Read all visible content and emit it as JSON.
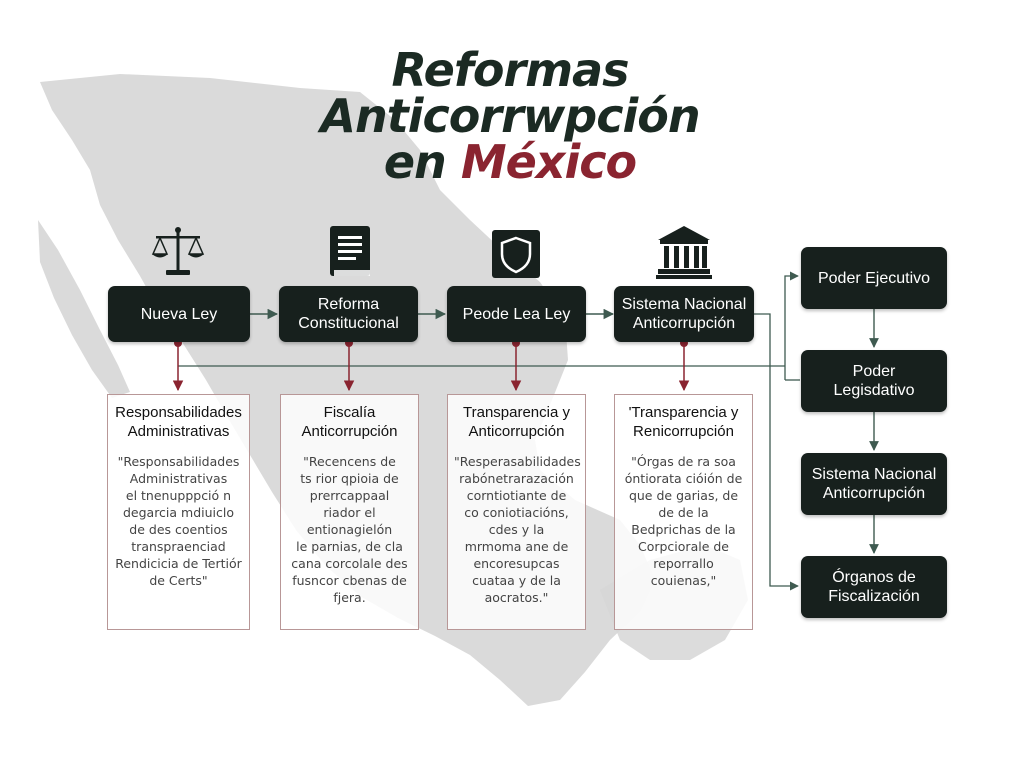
{
  "title": {
    "line1": "Reformas",
    "line2": "Anticorrwpción",
    "line3_prefix": "en",
    "line3_accent": "México"
  },
  "colors": {
    "title_dark": "#1b2a23",
    "title_accent": "#8a2430",
    "node_fill": "#17201d",
    "arrow_red": "#8a2430",
    "arrow_dark": "#3e5a50",
    "card_border": "#b89797",
    "map_fill": "#d6d6d6"
  },
  "icons": {
    "nueva_ley": "scales-of-justice-icon",
    "reforma_constitucional": "law-book-icon",
    "peode_lea_ley": "shield-icon",
    "sistema_nacional": "government-building-icon"
  },
  "flow": {
    "nodes": [
      {
        "id": "nueva-ley",
        "lines": [
          "Nueva Ley"
        ]
      },
      {
        "id": "reforma-constitucional",
        "lines": [
          "Reforma",
          "Constitucional"
        ]
      },
      {
        "id": "peode-lea-ley",
        "lines": [
          "Peode Lea Ley"
        ]
      },
      {
        "id": "sistema-nacional",
        "lines": [
          "Sistema Nacional",
          "Anticorrupción"
        ]
      }
    ]
  },
  "branch": {
    "nodes": [
      {
        "id": "poder-ejecutivo",
        "lines": [
          "Poder Ejecutivo"
        ]
      },
      {
        "id": "poder-legislativo",
        "lines": [
          "Poder",
          "Legisdativo"
        ]
      },
      {
        "id": "sistema-nacional-branch",
        "lines": [
          "Sistema Nacional",
          "Anticorrupción"
        ]
      },
      {
        "id": "organos-fiscalizacion",
        "lines": [
          "Órganos de",
          "Fiscalización"
        ]
      }
    ]
  },
  "cards": [
    {
      "title": [
        "Responsabilidades",
        "Administrativas"
      ],
      "body": "\"Responsabilidades\nAdministrativas\nel tnenupppció n\ndegarcia mdiuiclo\nde des coentios\ntranspraenciad\nRendicicia de Tertiór\nde Certs\""
    },
    {
      "title": [
        "Fiscalía",
        "Anticorrupción"
      ],
      "body": "\"Recencens de\nts rior qpioia de\nprerrcappaal\nriador el\nentionagielón\nle parnias, de cla\ncana corcolale des\nfusncor cbenas de\nfjera."
    },
    {
      "title": [
        "Transparencia y",
        "Anticorrupción"
      ],
      "body": "\"Resperasabilidades\nrabónetrarazación\ncorntiotiante de\nco coniotiacións,\ncdes y la\nmrmoma ane de\nencoresupcas\ncuataa y de la\naocratos.\""
    },
    {
      "title": [
        "'Transparencia y",
        "Renicorrupción"
      ],
      "body": "\"Órgas de ra soa\nóntiorata cióión de\nque de garias, de\nde de la\nBedprichas de la\nCorpciorale de\nreporrallo\ncouienas,\""
    }
  ]
}
